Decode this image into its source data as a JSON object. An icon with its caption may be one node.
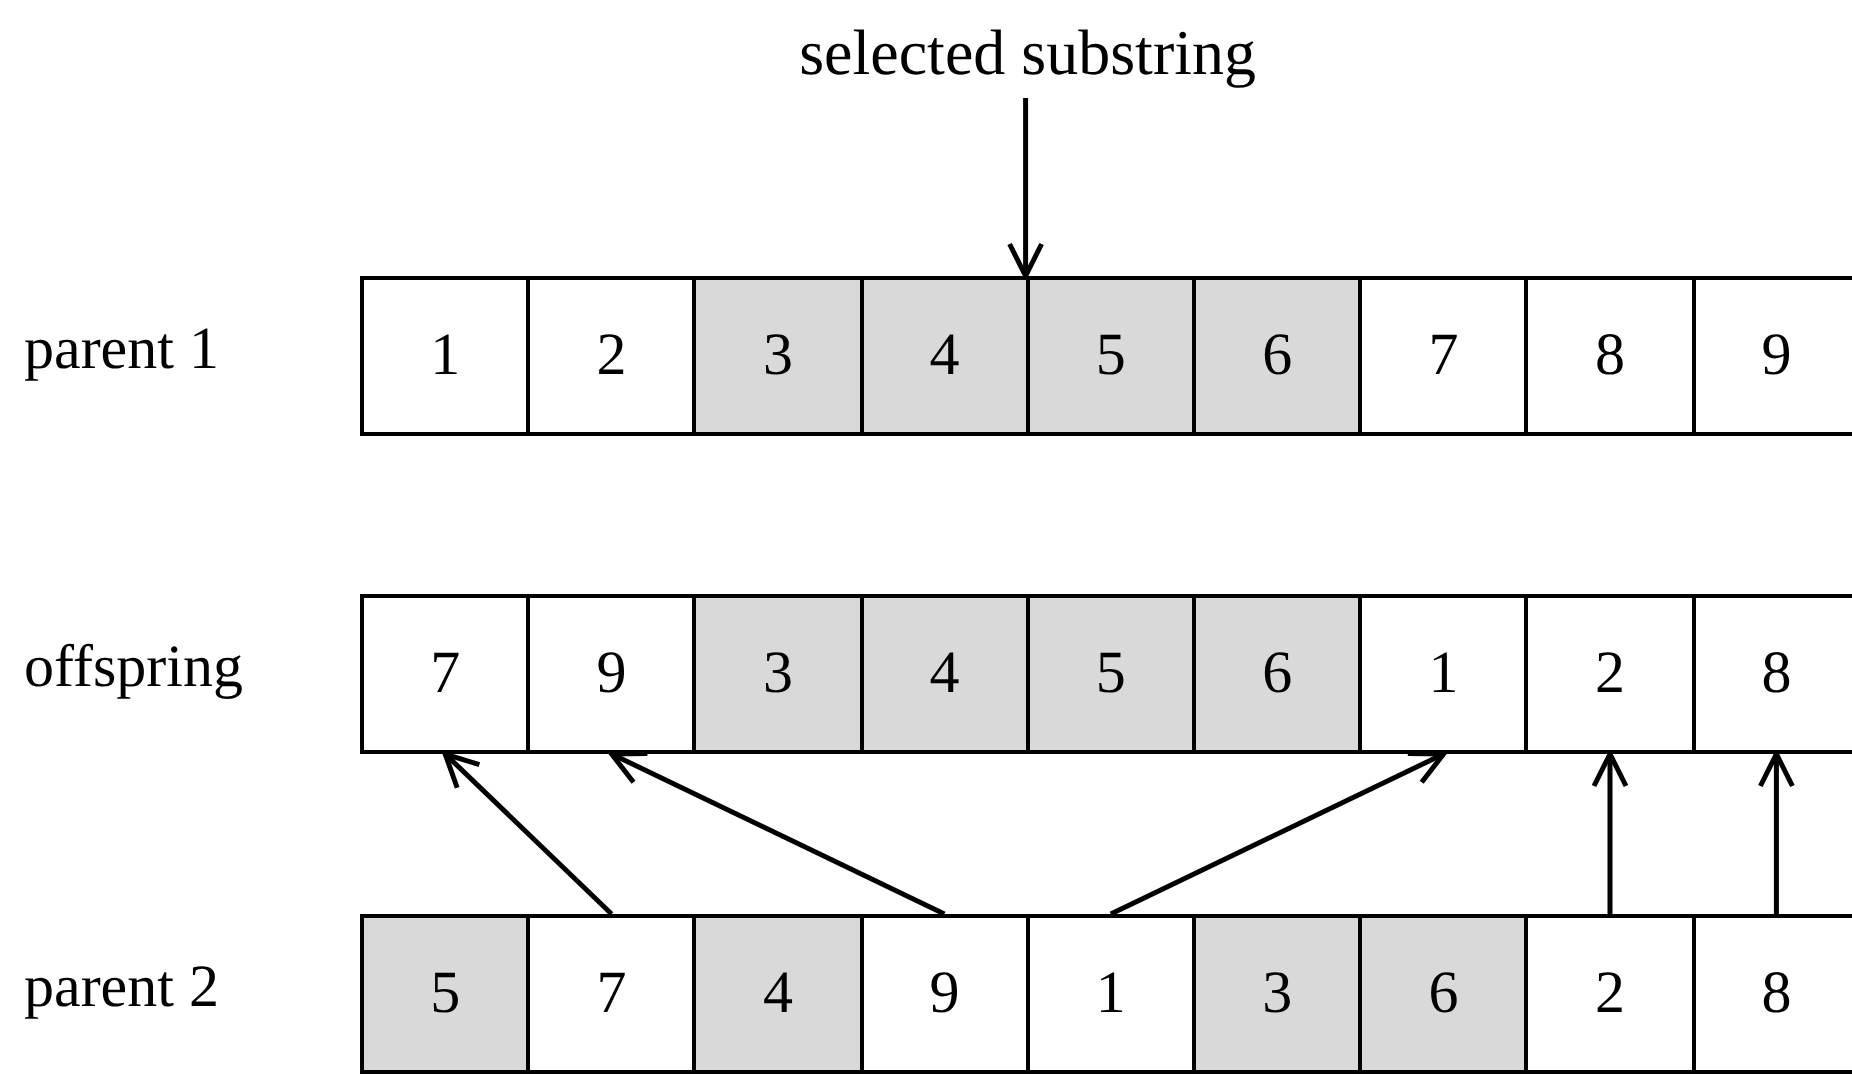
{
  "diagram": {
    "nodes": [
      {
        "text": [
          "selected substring"
        ]
      },
      {
        "text": [
          "1"
        ]
      },
      {
        "text": [
          "2"
        ]
      },
      {
        "text": [
          "3"
        ]
      },
      {
        "text": [
          "4"
        ]
      },
      {
        "text": [
          "5"
        ]
      },
      {
        "text": [
          "6"
        ]
      },
      {
        "text": [
          "7"
        ]
      },
      {
        "text": [
          "8"
        ]
      },
      {
        "text": [
          "9"
        ]
      },
      {
        "text": [
          "7"
        ]
      },
      {
        "text": [
          "9"
        ]
      },
      {
        "text": [
          "3"
        ]
      },
      {
        "text": [
          "4"
        ]
      },
      {
        "text": [
          "5"
        ]
      },
      {
        "text": [
          "6"
        ]
      },
      {
        "text": [
          "1"
        ]
      },
      {
        "text": [
          "2"
        ]
      },
      {
        "text": [
          "8"
        ]
      },
      {
        "text": [
          "5"
        ]
      },
      {
        "text": [
          "7"
        ]
      },
      {
        "text": [
          "4"
        ]
      },
      {
        "text": [
          "9"
        ]
      },
      {
        "text": [
          "1"
        ]
      },
      {
        "text": [
          "3"
        ]
      },
      {
        "text": [
          "6"
        ]
      },
      {
        "text": [
          "2"
        ]
      },
      {
        "text": [
          "8"
        ]
      }
    ],
    "edges": [
      {
        "from": 0,
        "to": 4,
        "arrow": "to"
      },
      {
        "from": 20,
        "to": 10,
        "arrow": "to"
      },
      {
        "from": 22,
        "to": 11,
        "arrow": "to"
      },
      {
        "from": 23,
        "to": 16,
        "arrow": "to"
      },
      {
        "from": 26,
        "to": 17,
        "arrow": "to"
      },
      {
        "from": 27,
        "to": 18,
        "arrow": "to"
      }
    ],
    "labels": [
      "parent 1",
      "offspring",
      "parent 2"
    ]
  }
}
